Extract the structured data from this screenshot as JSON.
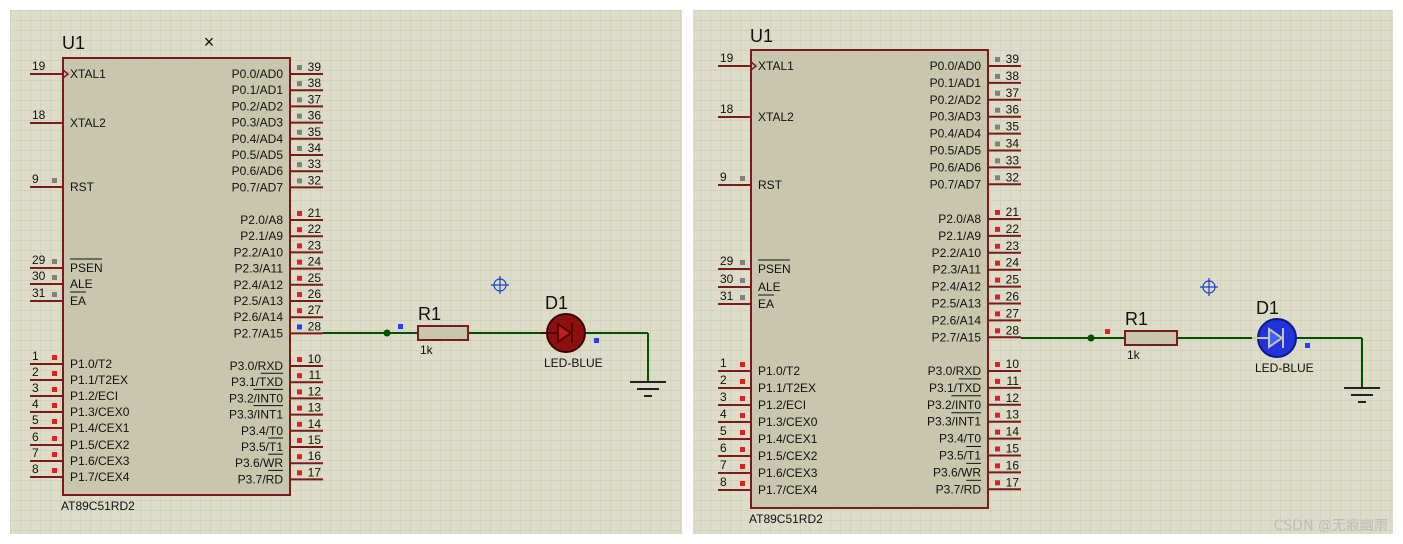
{
  "colors": {
    "background": "#dcdcc9",
    "grid": "#c7c7b1",
    "chip_fill": "#c9c6ae",
    "chip_outline": "#7a1a1a",
    "pin_line": "#7a1a1a",
    "wire": "#005000",
    "led_off": "#8c1010",
    "led_on": "#2233dd",
    "pin_red": "#e02020",
    "pin_gray": "#808080",
    "pin_blue": "#2040ff"
  },
  "panels": [
    {
      "state": "led-off",
      "chip": {
        "ref": "U1",
        "part": "AT89C51RD2",
        "left_pins": [
          {
            "num": "19",
            "label": "XTAL1",
            "clock": true,
            "marker": "none"
          },
          {
            "num": "18",
            "label": "XTAL2",
            "marker": "none"
          },
          {
            "num": "9",
            "label": "RST",
            "marker": "gray"
          },
          {
            "num": "29",
            "label": "PSEN",
            "overline": true,
            "marker": "gray"
          },
          {
            "num": "30",
            "label": "ALE",
            "marker": "gray"
          },
          {
            "num": "31",
            "label": "EA",
            "overline": true,
            "marker": "gray"
          },
          {
            "num": "1",
            "label": "P1.0/T2",
            "marker": "red"
          },
          {
            "num": "2",
            "label": "P1.1/T2EX",
            "marker": "red"
          },
          {
            "num": "3",
            "label": "P1.2/ECI",
            "marker": "red"
          },
          {
            "num": "4",
            "label": "P1.3/CEX0",
            "marker": "red"
          },
          {
            "num": "5",
            "label": "P1.4/CEX1",
            "marker": "red"
          },
          {
            "num": "6",
            "label": "P1.5/CEX2",
            "marker": "red"
          },
          {
            "num": "7",
            "label": "P1.6/CEX3",
            "marker": "red"
          },
          {
            "num": "8",
            "label": "P1.7/CEX4",
            "marker": "red"
          }
        ],
        "right_pins": [
          {
            "num": "39",
            "label": "P0.0/AD0",
            "marker": "gray"
          },
          {
            "num": "38",
            "label": "P0.1/AD1",
            "marker": "gray"
          },
          {
            "num": "37",
            "label": "P0.2/AD2",
            "marker": "gray"
          },
          {
            "num": "36",
            "label": "P0.3/AD3",
            "marker": "gray"
          },
          {
            "num": "35",
            "label": "P0.4/AD4",
            "marker": "gray"
          },
          {
            "num": "34",
            "label": "P0.5/AD5",
            "marker": "gray"
          },
          {
            "num": "33",
            "label": "P0.6/AD6",
            "marker": "gray"
          },
          {
            "num": "32",
            "label": "P0.7/AD7",
            "marker": "gray"
          },
          {
            "num": "21",
            "label": "P2.0/A8",
            "marker": "red"
          },
          {
            "num": "22",
            "label": "P2.1/A9",
            "marker": "red"
          },
          {
            "num": "23",
            "label": "P2.2/A10",
            "marker": "red"
          },
          {
            "num": "24",
            "label": "P2.3/A11",
            "marker": "red"
          },
          {
            "num": "25",
            "label": "P2.4/A12",
            "marker": "red"
          },
          {
            "num": "26",
            "label": "P2.5/A13",
            "marker": "red"
          },
          {
            "num": "27",
            "label": "P2.6/A14",
            "marker": "red"
          },
          {
            "num": "28",
            "label": "P2.7/A15",
            "marker": "blue"
          },
          {
            "num": "10",
            "label": "P3.0/RXD",
            "marker": "red"
          },
          {
            "num": "11",
            "label": "P3.1/TXD",
            "over": "TXD",
            "marker": "red"
          },
          {
            "num": "12",
            "label": "P3.2/INT0",
            "over": "INT0",
            "marker": "red"
          },
          {
            "num": "13",
            "label": "P3.3/INT1",
            "over": "INT1",
            "marker": "red"
          },
          {
            "num": "14",
            "label": "P3.4/T0",
            "marker": "red"
          },
          {
            "num": "15",
            "label": "P3.5/T1",
            "over": "T1",
            "marker": "red"
          },
          {
            "num": "16",
            "label": "P3.6/WR",
            "over": "WR",
            "marker": "red"
          },
          {
            "num": "17",
            "label": "P3.7/RD",
            "over": "RD",
            "marker": "red"
          }
        ]
      },
      "resistor": {
        "ref": "R1",
        "value": "1k",
        "marker": "blue"
      },
      "led": {
        "ref": "D1",
        "value": "LED-BLUE",
        "lit": false,
        "marker": "blue"
      },
      "cursor_mark": true
    },
    {
      "state": "led-on",
      "chip": {
        "ref": "U1",
        "part": "AT89C51RD2",
        "left_pins": [
          {
            "num": "19",
            "label": "XTAL1",
            "clock": true,
            "marker": "none"
          },
          {
            "num": "18",
            "label": "XTAL2",
            "marker": "none"
          },
          {
            "num": "9",
            "label": "RST",
            "marker": "gray"
          },
          {
            "num": "29",
            "label": "PSEN",
            "overline": true,
            "marker": "gray"
          },
          {
            "num": "30",
            "label": "ALE",
            "marker": "gray"
          },
          {
            "num": "31",
            "label": "EA",
            "overline": true,
            "marker": "gray"
          },
          {
            "num": "1",
            "label": "P1.0/T2",
            "marker": "red"
          },
          {
            "num": "2",
            "label": "P1.1/T2EX",
            "marker": "red"
          },
          {
            "num": "3",
            "label": "P1.2/ECI",
            "marker": "red"
          },
          {
            "num": "4",
            "label": "P1.3/CEX0",
            "marker": "red"
          },
          {
            "num": "5",
            "label": "P1.4/CEX1",
            "marker": "red"
          },
          {
            "num": "6",
            "label": "P1.5/CEX2",
            "marker": "red"
          },
          {
            "num": "7",
            "label": "P1.6/CEX3",
            "marker": "red"
          },
          {
            "num": "8",
            "label": "P1.7/CEX4",
            "marker": "red"
          }
        ],
        "right_pins": [
          {
            "num": "39",
            "label": "P0.0/AD0",
            "marker": "gray"
          },
          {
            "num": "38",
            "label": "P0.1/AD1",
            "marker": "gray"
          },
          {
            "num": "37",
            "label": "P0.2/AD2",
            "marker": "gray"
          },
          {
            "num": "36",
            "label": "P0.3/AD3",
            "marker": "gray"
          },
          {
            "num": "35",
            "label": "P0.4/AD4",
            "marker": "gray"
          },
          {
            "num": "34",
            "label": "P0.5/AD5",
            "marker": "gray"
          },
          {
            "num": "33",
            "label": "P0.6/AD6",
            "marker": "gray"
          },
          {
            "num": "32",
            "label": "P0.7/AD7",
            "marker": "gray"
          },
          {
            "num": "21",
            "label": "P2.0/A8",
            "marker": "red"
          },
          {
            "num": "22",
            "label": "P2.1/A9",
            "marker": "red"
          },
          {
            "num": "23",
            "label": "P2.2/A10",
            "marker": "red"
          },
          {
            "num": "24",
            "label": "P2.3/A11",
            "marker": "red"
          },
          {
            "num": "25",
            "label": "P2.4/A12",
            "marker": "red"
          },
          {
            "num": "26",
            "label": "P2.5/A13",
            "marker": "red"
          },
          {
            "num": "27",
            "label": "P2.6/A14",
            "marker": "red"
          },
          {
            "num": "28",
            "label": "P2.7/A15",
            "marker": "red"
          },
          {
            "num": "10",
            "label": "P3.0/RXD",
            "marker": "red"
          },
          {
            "num": "11",
            "label": "P3.1/TXD",
            "over": "TXD",
            "marker": "red"
          },
          {
            "num": "12",
            "label": "P3.2/INT0",
            "over": "INT0",
            "marker": "red"
          },
          {
            "num": "13",
            "label": "P3.3/INT1",
            "over": "INT1",
            "marker": "red"
          },
          {
            "num": "14",
            "label": "P3.4/T0",
            "marker": "red"
          },
          {
            "num": "15",
            "label": "P3.5/T1",
            "over": "T1",
            "marker": "red"
          },
          {
            "num": "16",
            "label": "P3.6/WR",
            "over": "WR",
            "marker": "red"
          },
          {
            "num": "17",
            "label": "P3.7/RD",
            "over": "RD",
            "marker": "red"
          }
        ]
      },
      "resistor": {
        "ref": "R1",
        "value": "1k",
        "marker": "red"
      },
      "led": {
        "ref": "D1",
        "value": "LED-BLUE",
        "lit": true,
        "marker": "blue"
      },
      "cursor_mark": false
    }
  ],
  "watermark": "CSDN @无痕幽雨"
}
